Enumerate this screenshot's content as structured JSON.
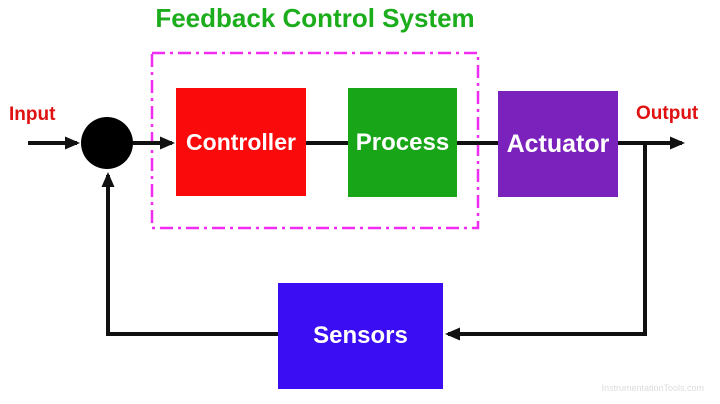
{
  "title": {
    "text": "Feedback Control System",
    "color": "#1CAD1C"
  },
  "labels": {
    "input": "Input",
    "output": "Output",
    "color": "#E01111"
  },
  "blocks": {
    "controller": {
      "label": "Controller",
      "fill": "#FA0A0A",
      "text_color": "#FFFFFF"
    },
    "process": {
      "label": "Process",
      "fill": "#18A518",
      "text_color": "#FFFFFF"
    },
    "actuator": {
      "label": "Actuator",
      "fill": "#7B22BD",
      "text_color": "#FFFFFF"
    },
    "sensors": {
      "label": "Sensors",
      "fill": "#3A0DF2",
      "text_color": "#FFFFFF"
    }
  },
  "diagram": {
    "dashed_box_color": "#F12CF1",
    "connector_color": "#111111",
    "junction_color": "#000000",
    "background": "#FFFFFF"
  },
  "watermark": {
    "text": "InstrumentationTools.com",
    "color": "#DCDCDC"
  }
}
